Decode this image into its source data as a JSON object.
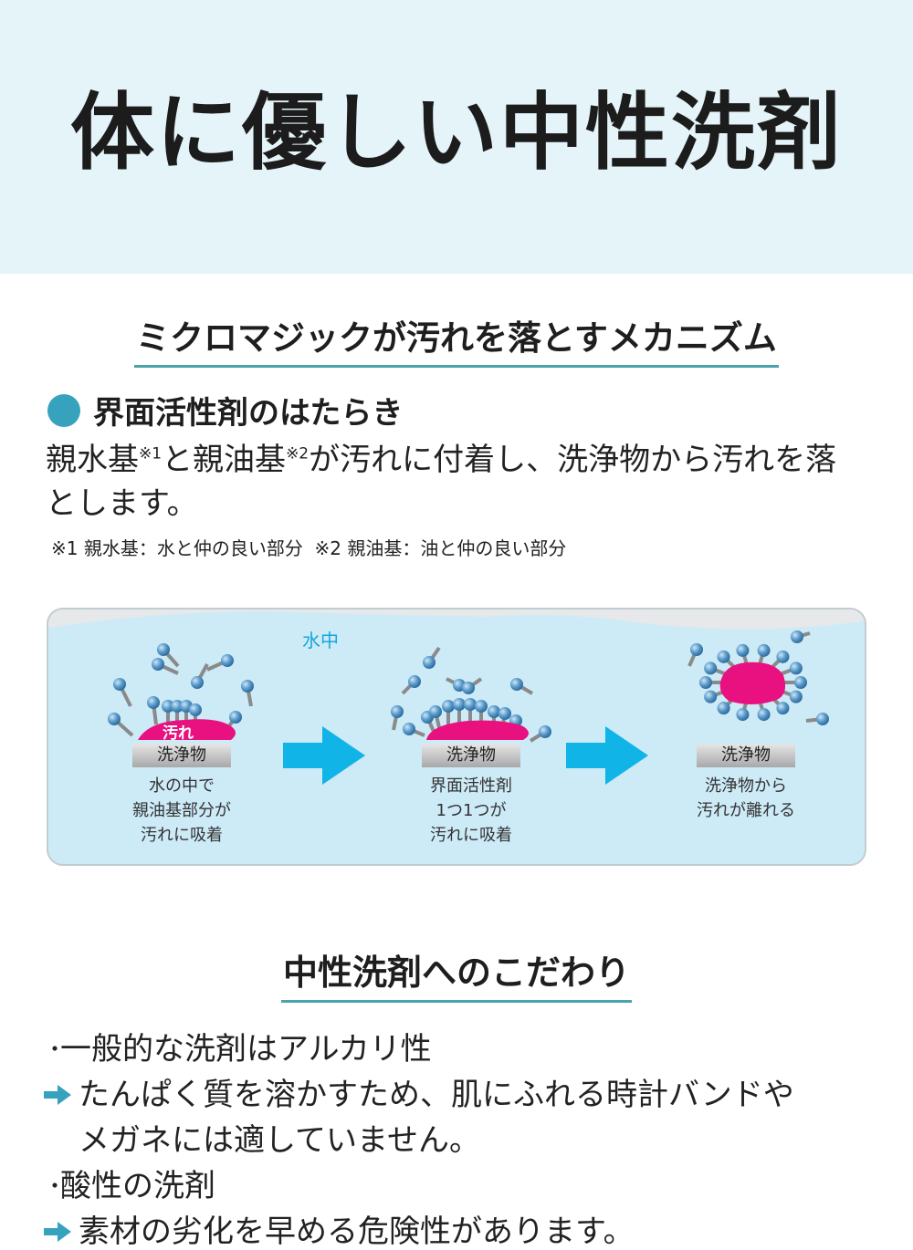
{
  "hero": {
    "title": "体に優しい中性洗剤",
    "background": "#e4f4f9"
  },
  "mechanism": {
    "heading": "ミクロマジックが汚れを落とすメカニズム",
    "subheading": "界面活性剤のはたらき",
    "description": {
      "part1": "親水基",
      "sup1": "※1",
      "part2": "と親油基",
      "sup2": "※2",
      "part3": "が汚れに付着し、洗浄物から汚れを落とします。"
    },
    "note": "※1 親水基：水と仲の良い部分  ※2 親油基：油と仲の良い部分",
    "accent_color": "#36a2bd"
  },
  "diagram": {
    "water_label": "水中",
    "stain_label": "汚れ",
    "stages": [
      {
        "plate_label": "洗浄物",
        "caption": [
          "水の中で",
          "親油基部分が",
          "汚れに吸着"
        ]
      },
      {
        "plate_label": "洗浄物",
        "caption": [
          "界面活性剤",
          "1つ1つが",
          "汚れに吸着"
        ]
      },
      {
        "plate_label": "洗浄物",
        "caption": [
          "洗浄物から",
          "汚れが離れる"
        ]
      }
    ],
    "colors": {
      "water": "#cdeaf7",
      "stain": "#e8117f",
      "arrow": "#10b4e6",
      "molecule_head": "#5b9ccc",
      "molecule_tail": "#8a8a8a"
    }
  },
  "commitment": {
    "heading": "中性洗剤へのこだわり",
    "items": [
      {
        "type": "bullet",
        "text": "一般的な洗剤はアルカリ性"
      },
      {
        "type": "arrow",
        "text": "たんぱく質を溶かすため、肌にふれる時計バンドや"
      },
      {
        "type": "continuation",
        "text": "メガネには適していません。"
      },
      {
        "type": "bullet",
        "text": "酸性の洗剤"
      },
      {
        "type": "arrow",
        "text": "素材の劣化を早める危険性があります。"
      }
    ],
    "bullet_glyph": "・",
    "arrow_color": "#36a2bd"
  }
}
